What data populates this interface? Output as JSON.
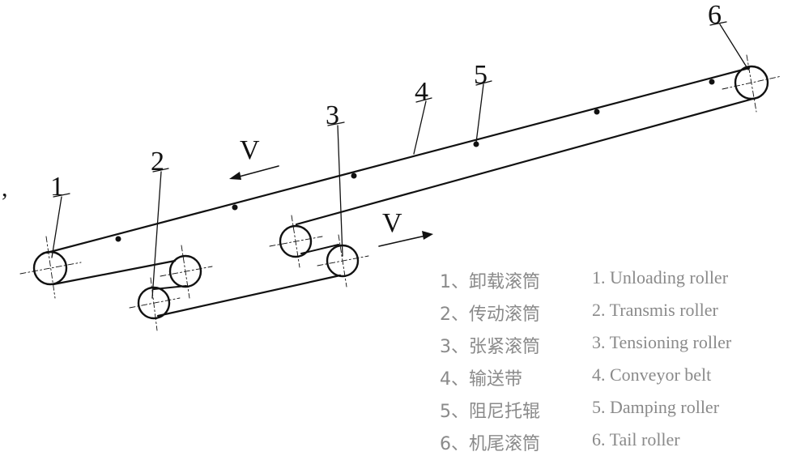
{
  "diagram": {
    "callouts": [
      "1",
      "2",
      "3",
      "4",
      "5",
      "6"
    ],
    "speed_label": "V",
    "stray_mark": ","
  },
  "legend": {
    "items": [
      {
        "cn": "1、卸载滚筒",
        "en": "1. Unloading roller"
      },
      {
        "cn": "2、传动滚筒",
        "en": "2. Transmis roller"
      },
      {
        "cn": "3、张紧滚筒",
        "en": "3. Tensioning roller"
      },
      {
        "cn": "4、输送带",
        "en": "4. Conveyor belt"
      },
      {
        "cn": "5、阻尼托辊",
        "en": "5. Damping roller"
      },
      {
        "cn": "6、机尾滚筒",
        "en": "6. Tail roller"
      }
    ]
  },
  "colors": {
    "line": "#111111",
    "legend_text": "#8a8a8a"
  }
}
